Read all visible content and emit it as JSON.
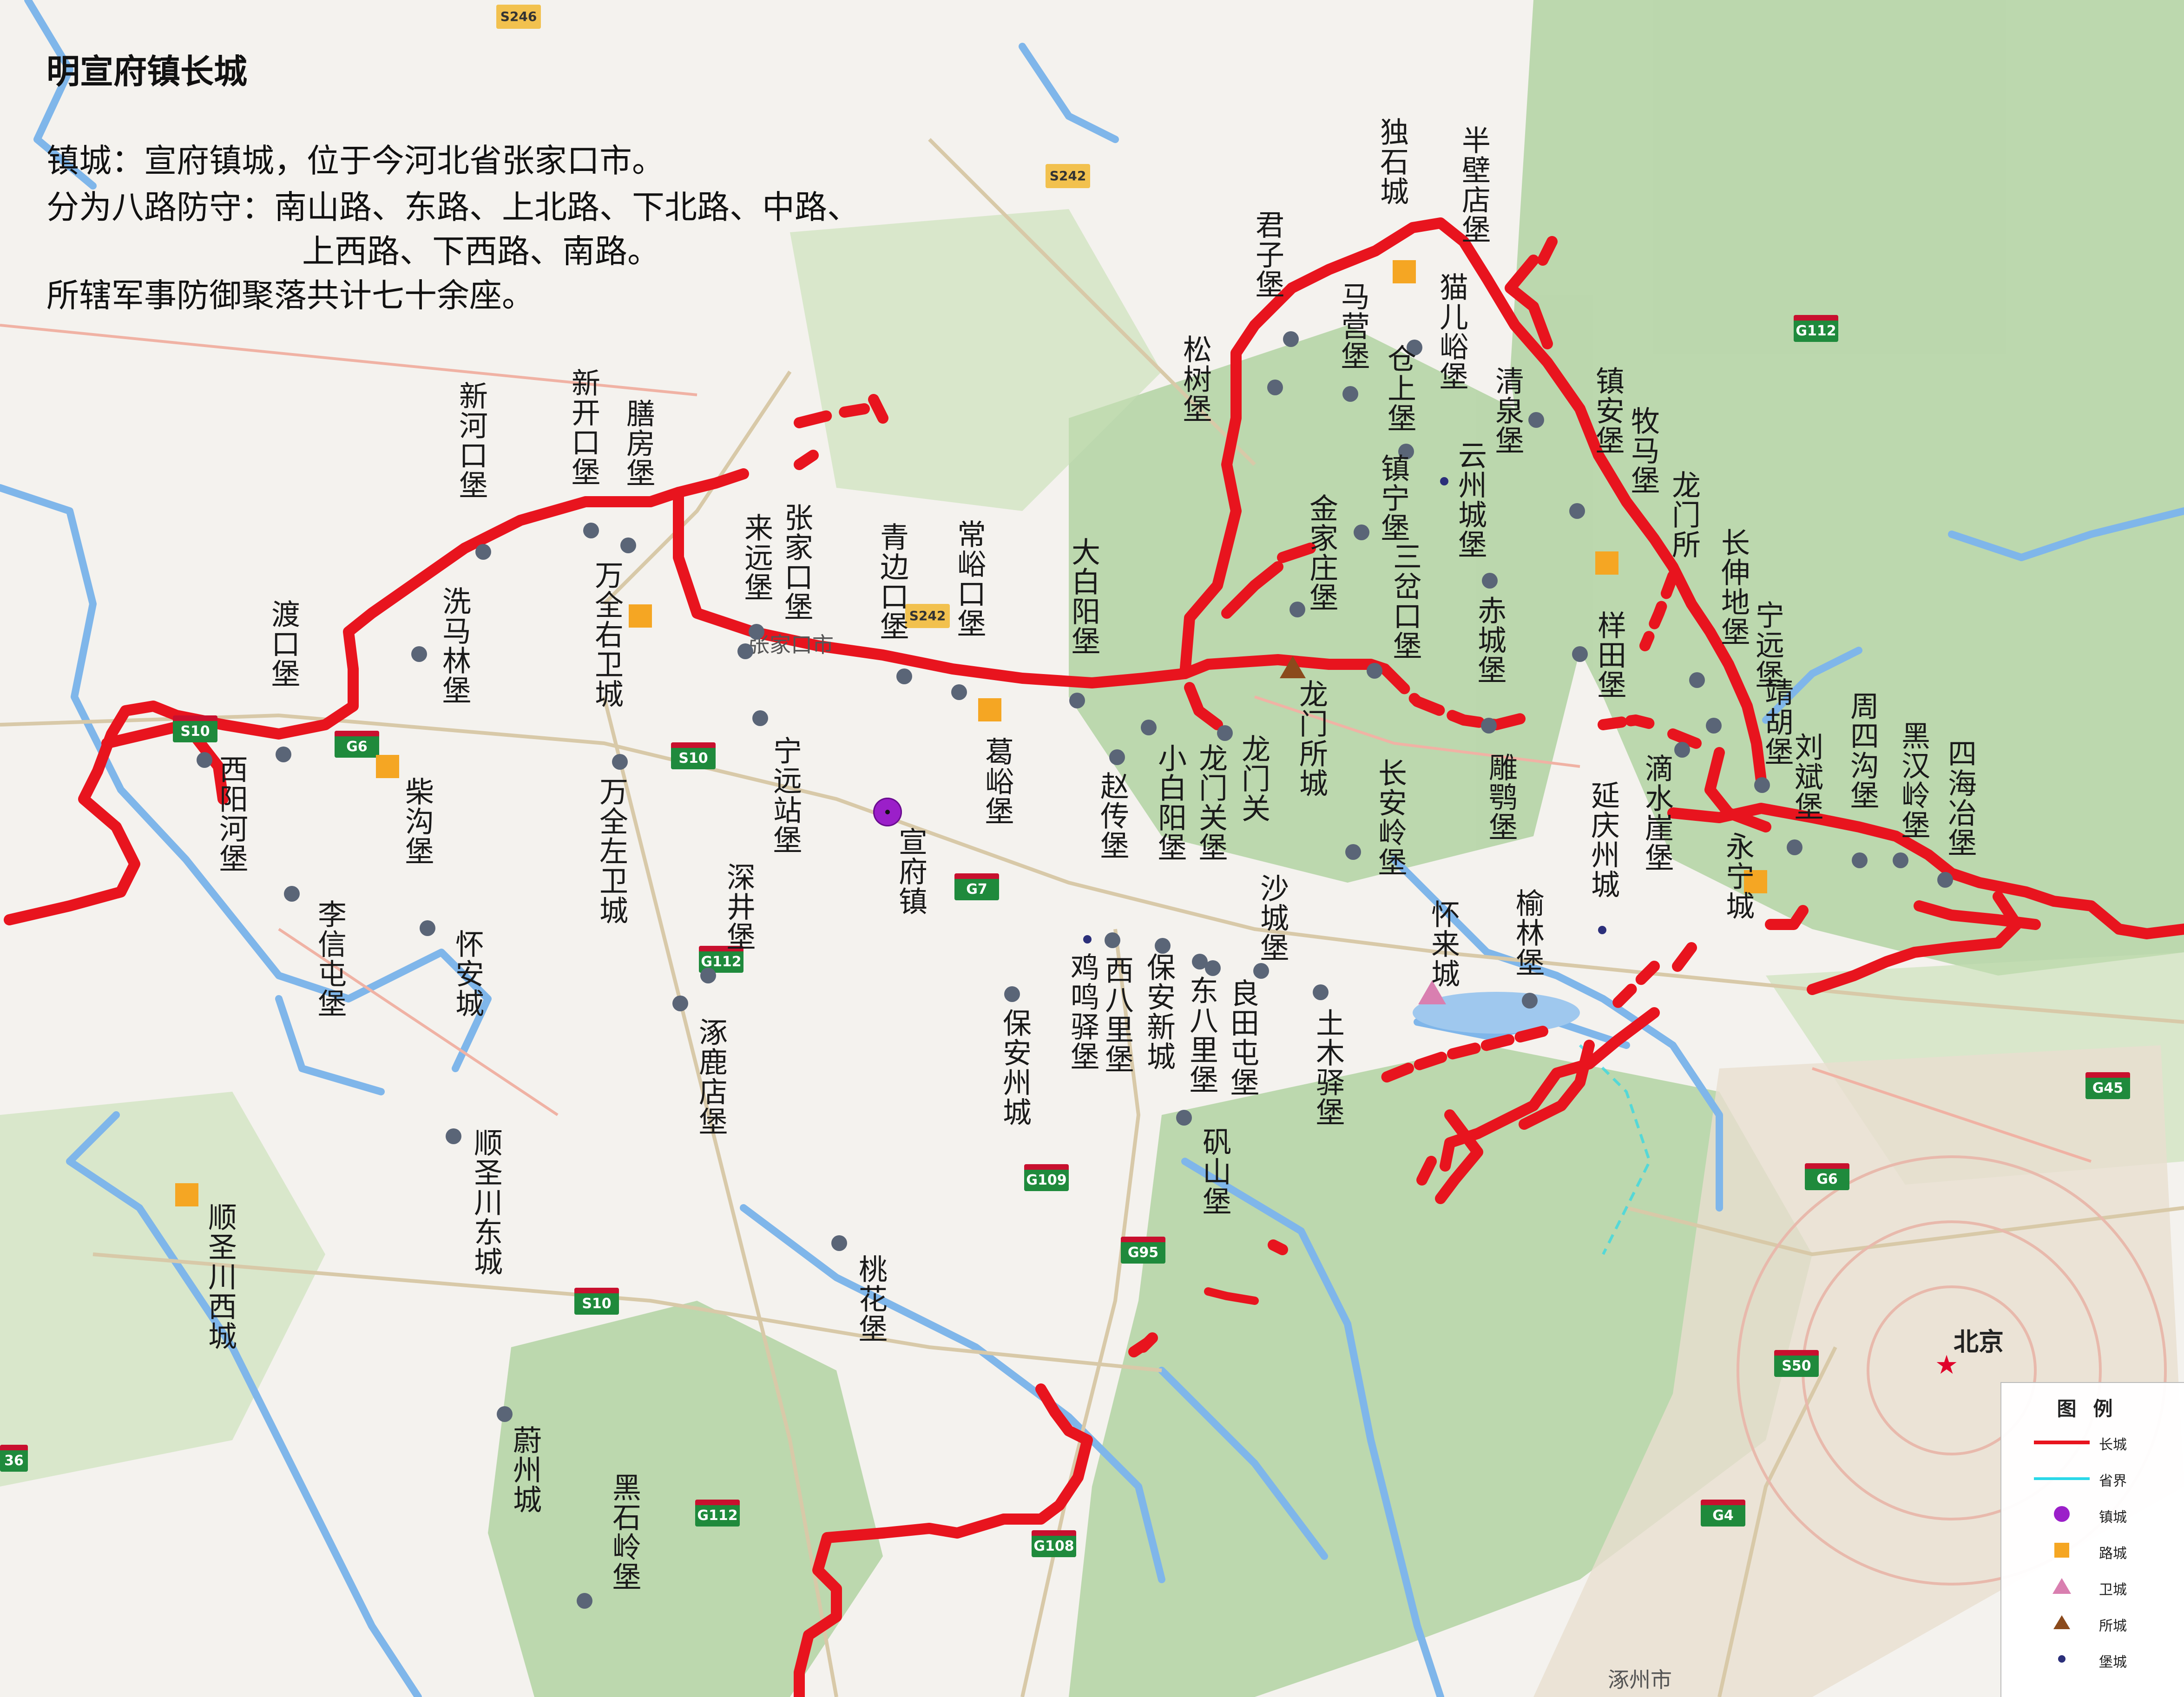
{
  "title": "明宣府镇长城",
  "description": [
    "镇城：宣府镇城，位于今河北省张家口市。",
    "分为八路防守：南山路、东路、上北路、下北路、中路、",
    "上西路、下西路、南路。",
    "所辖军事防御聚落共计七十余座。"
  ],
  "colors": {
    "great_wall": "#e8141e",
    "province_border": "#2ad8e8",
    "river": "#6aaee8",
    "mountain_green": "#9cc98e",
    "town_purple": "#9b1fc9",
    "road_city": "#f5a623",
    "wei_city": "#d97fb0",
    "suo_city": "#8b4a1c",
    "fort": "#5a6577"
  },
  "legend": {
    "title": "图例",
    "items": [
      {
        "label": "长城",
        "icon": "red-line-icon"
      },
      {
        "label": "省界",
        "icon": "cyan-line-icon"
      },
      {
        "label": "镇城",
        "icon": "purple-circle-icon"
      },
      {
        "label": "路城",
        "icon": "orange-square-icon"
      },
      {
        "label": "卫城",
        "icon": "pink-triangle-icon"
      },
      {
        "label": "所城",
        "icon": "brown-triangle-icon"
      },
      {
        "label": "堡城",
        "icon": "small-dot-icon"
      }
    ]
  },
  "capital": {
    "name": "北京",
    "icon": "red-star-icon"
  },
  "basemap_labels": {
    "roads": [
      "S246",
      "S242",
      "G112",
      "G6",
      "S10",
      "S242",
      "G7",
      "G112",
      "G109",
      "G95",
      "S10",
      "G112",
      "G108",
      "G6",
      "G45",
      "S50",
      "G4",
      "S10",
      "36"
    ],
    "cities": [
      "张家口市",
      "涿州市"
    ]
  },
  "places": [
    {
      "id": "xuanfu",
      "name": "宣府镇",
      "type": "镇城"
    },
    {
      "id": "dushi",
      "name": "独石城",
      "type": "路城"
    },
    {
      "id": "banbidian",
      "name": "半壁店堡",
      "type": "堡城"
    },
    {
      "id": "junzi",
      "name": "君子堡",
      "type": "堡城"
    },
    {
      "id": "maoer",
      "name": "猫儿峪堡",
      "type": "堡城"
    },
    {
      "id": "maying",
      "name": "马营堡",
      "type": "堡城"
    },
    {
      "id": "cangshang",
      "name": "仓上堡",
      "type": "堡城"
    },
    {
      "id": "songshu",
      "name": "松树堡",
      "type": "堡城"
    },
    {
      "id": "qingquan",
      "name": "清泉堡",
      "type": "堡城"
    },
    {
      "id": "zhenan",
      "name": "镇安堡",
      "type": "堡城"
    },
    {
      "id": "muma",
      "name": "牧马堡",
      "type": "堡城"
    },
    {
      "id": "zhenning",
      "name": "镇宁堡",
      "type": "堡城"
    },
    {
      "id": "yunzhou",
      "name": "云州城堡",
      "type": "堡城"
    },
    {
      "id": "longmensuo2",
      "name": "龙门所",
      "type": "路城"
    },
    {
      "id": "jinjiazhuang",
      "name": "金家庄堡",
      "type": "堡城"
    },
    {
      "id": "sanchakou",
      "name": "三岔口堡",
      "type": "堡城"
    },
    {
      "id": "chicheng",
      "name": "赤城堡",
      "type": "堡城"
    },
    {
      "id": "changshendi",
      "name": "长伸地堡",
      "type": "堡城"
    },
    {
      "id": "xiangtian",
      "name": "样田堡",
      "type": "堡城"
    },
    {
      "id": "ningyuan_e",
      "name": "宁远堡",
      "type": "堡城"
    },
    {
      "id": "jinghu",
      "name": "靖胡堡",
      "type": "堡城"
    },
    {
      "id": "xinhekou",
      "name": "新河口堡",
      "type": "堡城"
    },
    {
      "id": "xinkaikou",
      "name": "新开口堡",
      "type": "堡城"
    },
    {
      "id": "shanfang",
      "name": "膳房堡",
      "type": "堡城"
    },
    {
      "id": "laiyuan",
      "name": "来远堡",
      "type": "堡城"
    },
    {
      "id": "zhangjiakou",
      "name": "张家口堡",
      "type": "堡城"
    },
    {
      "id": "qingbiankou",
      "name": "青边口堡",
      "type": "堡城"
    },
    {
      "id": "changyukou",
      "name": "常峪口堡",
      "type": "堡城"
    },
    {
      "id": "dabaiyang",
      "name": "大白阳堡",
      "type": "堡城"
    },
    {
      "id": "longmensuo",
      "name": "龙门所城",
      "type": "所城"
    },
    {
      "id": "dukou",
      "name": "渡口堡",
      "type": "堡城"
    },
    {
      "id": "ximalin",
      "name": "洗马林堡",
      "type": "堡城"
    },
    {
      "id": "wanquanyou",
      "name": "万全右卫城",
      "type": "路城"
    },
    {
      "id": "xiyanghe",
      "name": "西阳河堡",
      "type": "堡城"
    },
    {
      "id": "chaigou",
      "name": "柴沟堡",
      "type": "路城"
    },
    {
      "id": "wanquanzuo",
      "name": "万全左卫城",
      "type": "堡城"
    },
    {
      "id": "ningyuanzhan",
      "name": "宁远站堡",
      "type": "堡城"
    },
    {
      "id": "geyu",
      "name": "葛峪堡",
      "type": "路城"
    },
    {
      "id": "zhaochuan",
      "name": "赵传堡",
      "type": "堡城"
    },
    {
      "id": "xiaobaiyang",
      "name": "小白阳堡",
      "type": "堡城"
    },
    {
      "id": "longmenguan_b",
      "name": "龙门关堡",
      "type": "堡城"
    },
    {
      "id": "longmenguan",
      "name": "龙门关",
      "type": "堡城"
    },
    {
      "id": "changanling",
      "name": "长安岭堡",
      "type": "堡城"
    },
    {
      "id": "diaoe",
      "name": "雕鹗堡",
      "type": "堡城"
    },
    {
      "id": "yanqing",
      "name": "延庆州城",
      "type": "堡城"
    },
    {
      "id": "dishuiya",
      "name": "滴水崖堡",
      "type": "堡城"
    },
    {
      "id": "liubin",
      "name": "刘斌堡",
      "type": "堡城"
    },
    {
      "id": "zhousigou",
      "name": "周四沟堡",
      "type": "堡城"
    },
    {
      "id": "heihanling",
      "name": "黑汉岭堡",
      "type": "堡城"
    },
    {
      "id": "sihaiye",
      "name": "四海冶堡",
      "type": "堡城"
    },
    {
      "id": "yongning",
      "name": "永宁城",
      "type": "路城"
    },
    {
      "id": "lixintun",
      "name": "李信屯堡",
      "type": "堡城"
    },
    {
      "id": "huaian",
      "name": "怀安城",
      "type": "堡城"
    },
    {
      "id": "shenjing",
      "name": "深井堡",
      "type": "堡城"
    },
    {
      "id": "zhuolu",
      "name": "涿鹿店堡",
      "type": "堡城"
    },
    {
      "id": "baoanzhou",
      "name": "保安州城",
      "type": "堡城"
    },
    {
      "id": "jiming",
      "name": "鸡鸣驿堡",
      "type": "堡城"
    },
    {
      "id": "xibali",
      "name": "西八里堡",
      "type": "堡城"
    },
    {
      "id": "baoanxin",
      "name": "保安新城",
      "type": "堡城"
    },
    {
      "id": "dongbali",
      "name": "东八里堡",
      "type": "堡城"
    },
    {
      "id": "liangtian",
      "name": "良田屯堡",
      "type": "堡城"
    },
    {
      "id": "shacheng",
      "name": "沙城堡",
      "type": "堡城"
    },
    {
      "id": "tumu",
      "name": "土木驿堡",
      "type": "堡城"
    },
    {
      "id": "huailai",
      "name": "怀来城",
      "type": "卫城"
    },
    {
      "id": "yulin",
      "name": "榆林堡",
      "type": "堡城"
    },
    {
      "id": "fanshan",
      "name": "矾山堡",
      "type": "堡城"
    },
    {
      "id": "shunsheng_e",
      "name": "顺圣川东城",
      "type": "堡城"
    },
    {
      "id": "shunsheng_w",
      "name": "顺圣川西城",
      "type": "路城"
    },
    {
      "id": "taohua",
      "name": "桃花堡",
      "type": "堡城"
    },
    {
      "id": "yuzhou",
      "name": "蔚州城",
      "type": "堡城"
    },
    {
      "id": "heishiling",
      "name": "黑石岭堡",
      "type": "堡城"
    }
  ]
}
